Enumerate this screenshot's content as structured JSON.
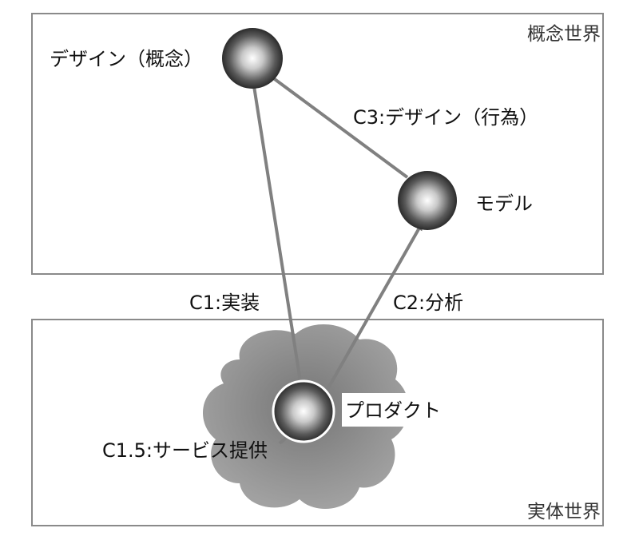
{
  "regions": {
    "concept": {
      "label": "概念世界"
    },
    "real": {
      "label": "実体世界"
    }
  },
  "nodes": {
    "design_concept": "デザイン（概念）",
    "model": "モデル",
    "product": "プロダクト"
  },
  "edges": {
    "c1": "C1:実装",
    "c2": "C2:分析",
    "c3": "C3:デザイン（行為）",
    "c15": "C1.5:サービス提供"
  },
  "colors": {
    "frame": "#8a8a8a",
    "arrow": "#808080",
    "cloud": "#8c8c8c",
    "node_dark": "#3a3a3a"
  }
}
